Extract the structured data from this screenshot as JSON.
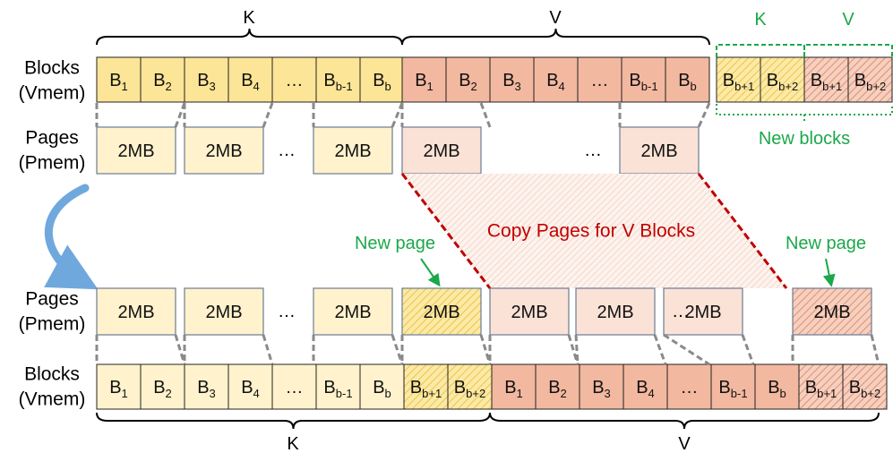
{
  "colors": {
    "k_block": "#fce596",
    "v_block": "#f3b8a0",
    "k_page": "#fff2cc",
    "v_page": "#fbe2d6",
    "new": "#1ba84a",
    "copy": "#c00000",
    "curve": "#3a78b8"
  },
  "labels": {
    "blocks_vmem": [
      "Blocks",
      "(Vmem)"
    ],
    "pages_pmem": [
      "Pages",
      "(Pmem)"
    ]
  },
  "top": {
    "k_brace": "K",
    "v_brace": "V",
    "k_blocks": [
      {
        "b": "B",
        "s": "1"
      },
      {
        "b": "B",
        "s": "2"
      },
      {
        "b": "B",
        "s": "3"
      },
      {
        "b": "B",
        "s": "4"
      },
      {
        "b": "…",
        "s": ""
      },
      {
        "b": "B",
        "s": "b-1"
      },
      {
        "b": "B",
        "s": "b"
      }
    ],
    "v_blocks": [
      {
        "b": "B",
        "s": "1"
      },
      {
        "b": "B",
        "s": "2"
      },
      {
        "b": "B",
        "s": "3"
      },
      {
        "b": "B",
        "s": "4"
      },
      {
        "b": "…",
        "s": ""
      },
      {
        "b": "B",
        "s": "b-1"
      },
      {
        "b": "B",
        "s": "b"
      }
    ],
    "new_blocks": [
      {
        "b": "B",
        "s": "b+1"
      },
      {
        "b": "B",
        "s": "b+2"
      },
      {
        "b": "B",
        "s": "b+1"
      },
      {
        "b": "B",
        "s": "b+2"
      }
    ],
    "new_k_label": "K",
    "new_v_label": "V",
    "new_blocks_label": "New blocks",
    "k_pages": [
      "2MB",
      "2MB",
      "2MB"
    ],
    "v_pages": [
      "2MB",
      "2MB"
    ],
    "ellipsis": "…"
  },
  "middle": {
    "copy_label": "Copy Pages for V Blocks",
    "new_page_left": "New page",
    "new_page_right": "New page"
  },
  "bottom": {
    "k_pages": [
      "2MB",
      "2MB",
      "2MB"
    ],
    "k_new_page": "2MB",
    "v_pages": [
      "2MB",
      "2MB",
      "2MB"
    ],
    "v_new_page": "2MB",
    "ellipsis": "…",
    "blocks": [
      {
        "b": "B",
        "s": "1"
      },
      {
        "b": "B",
        "s": "2"
      },
      {
        "b": "B",
        "s": "3"
      },
      {
        "b": "B",
        "s": "4"
      },
      {
        "b": "…",
        "s": ""
      },
      {
        "b": "B",
        "s": "b-1"
      },
      {
        "b": "B",
        "s": "b"
      },
      {
        "b": "B",
        "s": "b+1"
      },
      {
        "b": "B",
        "s": "b+2"
      },
      {
        "b": "B",
        "s": "1"
      },
      {
        "b": "B",
        "s": "2"
      },
      {
        "b": "B",
        "s": "3"
      },
      {
        "b": "B",
        "s": "4"
      },
      {
        "b": "…",
        "s": ""
      },
      {
        "b": "B",
        "s": "b-1"
      },
      {
        "b": "B",
        "s": "b"
      },
      {
        "b": "B",
        "s": "b+1"
      },
      {
        "b": "B",
        "s": "b+2"
      }
    ],
    "k_brace": "K",
    "v_brace": "V"
  }
}
